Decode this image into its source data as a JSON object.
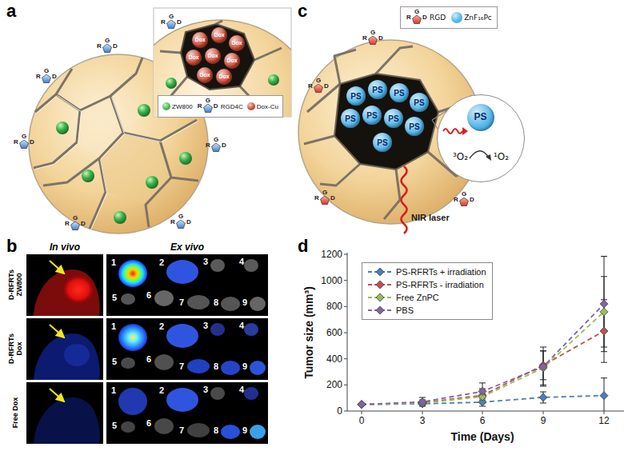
{
  "diagram": {
    "nodes": [
      {
        "text": [
          "Dox"
        ]
      },
      {
        "text": [
          "Dox"
        ]
      },
      {
        "text": [
          "Dox"
        ]
      },
      {
        "text": [
          "Dox"
        ]
      },
      {
        "text": [
          "Dox"
        ]
      },
      {
        "text": [
          "Dox"
        ]
      },
      {
        "text": [
          "Dox"
        ]
      },
      {
        "text": [
          "Dox"
        ]
      },
      {
        "text": [
          "PS"
        ]
      },
      {
        "text": [
          "PS"
        ]
      },
      {
        "text": [
          "PS"
        ]
      },
      {
        "text": [
          "PS"
        ]
      },
      {
        "text": [
          "PS"
        ]
      },
      {
        "text": [
          "PS"
        ]
      },
      {
        "text": [
          "PS"
        ]
      },
      {
        "text": [
          "PS"
        ]
      },
      {
        "text": [
          "PS"
        ]
      },
      {
        "text": [
          "³O₂",
          "¹O₂"
        ]
      },
      {
        "text": [
          "PS"
        ],
        "in": 17
      }
    ],
    "labels": [
      "a",
      "R",
      "G",
      "D",
      "R",
      "G",
      "D",
      "R",
      "G",
      "D",
      "R",
      "G",
      "D",
      "R",
      "G",
      "D",
      "R",
      "G",
      "D",
      "R",
      "G",
      "D",
      "R",
      "G",
      "D",
      "c",
      "R",
      "G",
      "D",
      "R",
      "G",
      "D",
      "R",
      "G",
      "D",
      "R",
      "G",
      "D",
      "R",
      "G",
      "D",
      "NIR laser",
      "b",
      "In vivo",
      "Ex vivo",
      "D-RFRTs ZW800",
      "D-RFRTs Dox",
      "Free Dox",
      "1",
      "2",
      "3",
      "4",
      "5",
      "6",
      "7",
      "8",
      "9",
      "1",
      "2",
      "3",
      "4",
      "5",
      "6",
      "7",
      "8",
      "9",
      "1",
      "2",
      "3",
      "4",
      "5",
      "6",
      "7",
      "8",
      "9",
      "d",
      "0",
      "200",
      "400",
      "600",
      "800",
      "1000",
      "1200",
      "0",
      "3",
      "6",
      "9",
      "12",
      "Tumor size (mm³)",
      "Time (Days)"
    ],
    "legend": [
      {
        "text": "ZW800",
        "color": "#3db54a"
      },
      {
        "text": "RGD4C"
      },
      {
        "text": "Dox-Cu",
        "color": "#c9452f"
      },
      {
        "text": "RGD"
      },
      {
        "text": "ZnF₁₆Pc",
        "color": "#4fb3e8"
      },
      {
        "text": "PS-RFRTs + irradiation"
      },
      {
        "text": "PS-RFRTs - irradiation"
      },
      {
        "text": "Free ZnPC"
      },
      {
        "text": "PBS"
      }
    ]
  }
}
